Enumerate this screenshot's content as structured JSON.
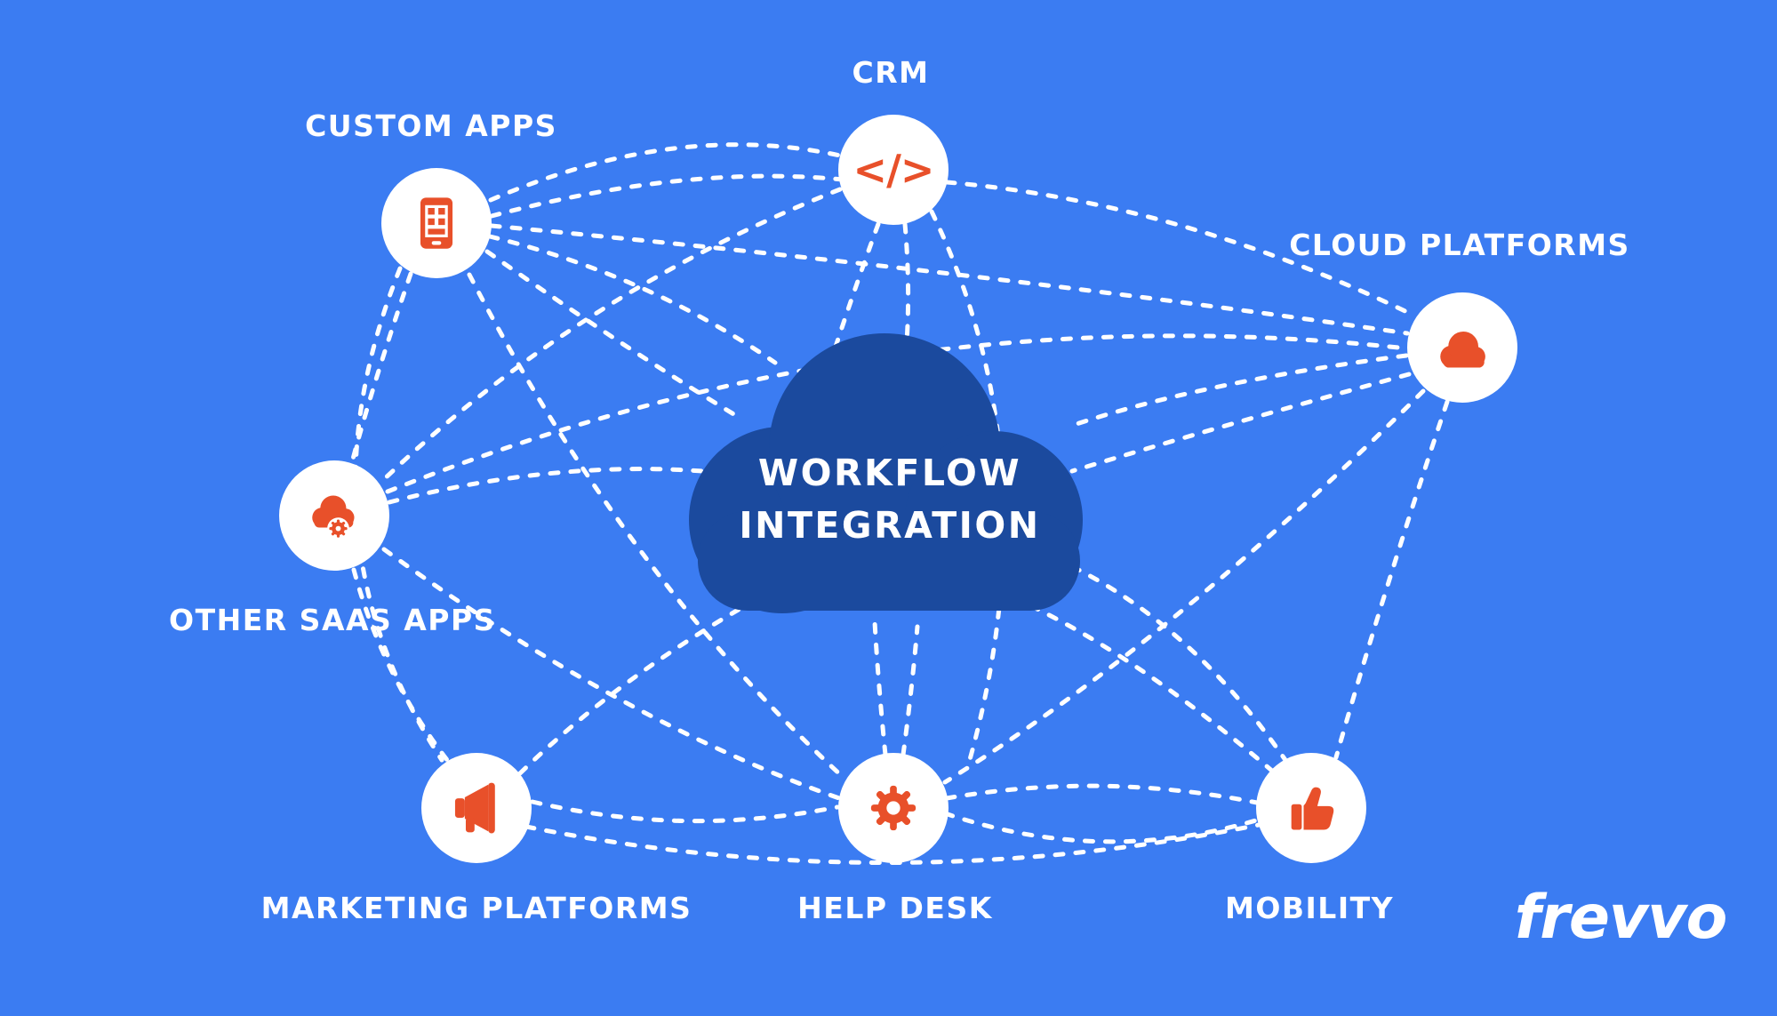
{
  "title": "Workflow Integration",
  "colors": {
    "background": "#3b7cf2",
    "center_cloud": "#1b4a9e",
    "icon_accent": "#e8502a",
    "connector_lines": "#ffffff",
    "node_circle": "#ffffff",
    "text": "#ffffff"
  },
  "center": {
    "line1": "WORKFLOW",
    "line2": "INTEGRATION"
  },
  "nodes": [
    {
      "id": "custom-apps",
      "label": "CUSTOM APPS",
      "icon": "smartphone-icon"
    },
    {
      "id": "crm",
      "label": "CRM",
      "icon": "code-icon",
      "icon_text": "</>"
    },
    {
      "id": "cloud-platforms",
      "label": "CLOUD PLATFORMS",
      "icon": "cloud-icon"
    },
    {
      "id": "other-saas-apps",
      "label": "OTHER SAAS APPS",
      "icon": "cloud-gear-icon"
    },
    {
      "id": "marketing-platforms",
      "label": "MARKETING PLATFORMS",
      "icon": "megaphone-icon"
    },
    {
      "id": "help-desk",
      "label": "HELP DESK",
      "icon": "gear-icon"
    },
    {
      "id": "mobility",
      "label": "MOBILITY",
      "icon": "thumbs-up-icon"
    }
  ],
  "logo": {
    "text": "frevvo"
  }
}
